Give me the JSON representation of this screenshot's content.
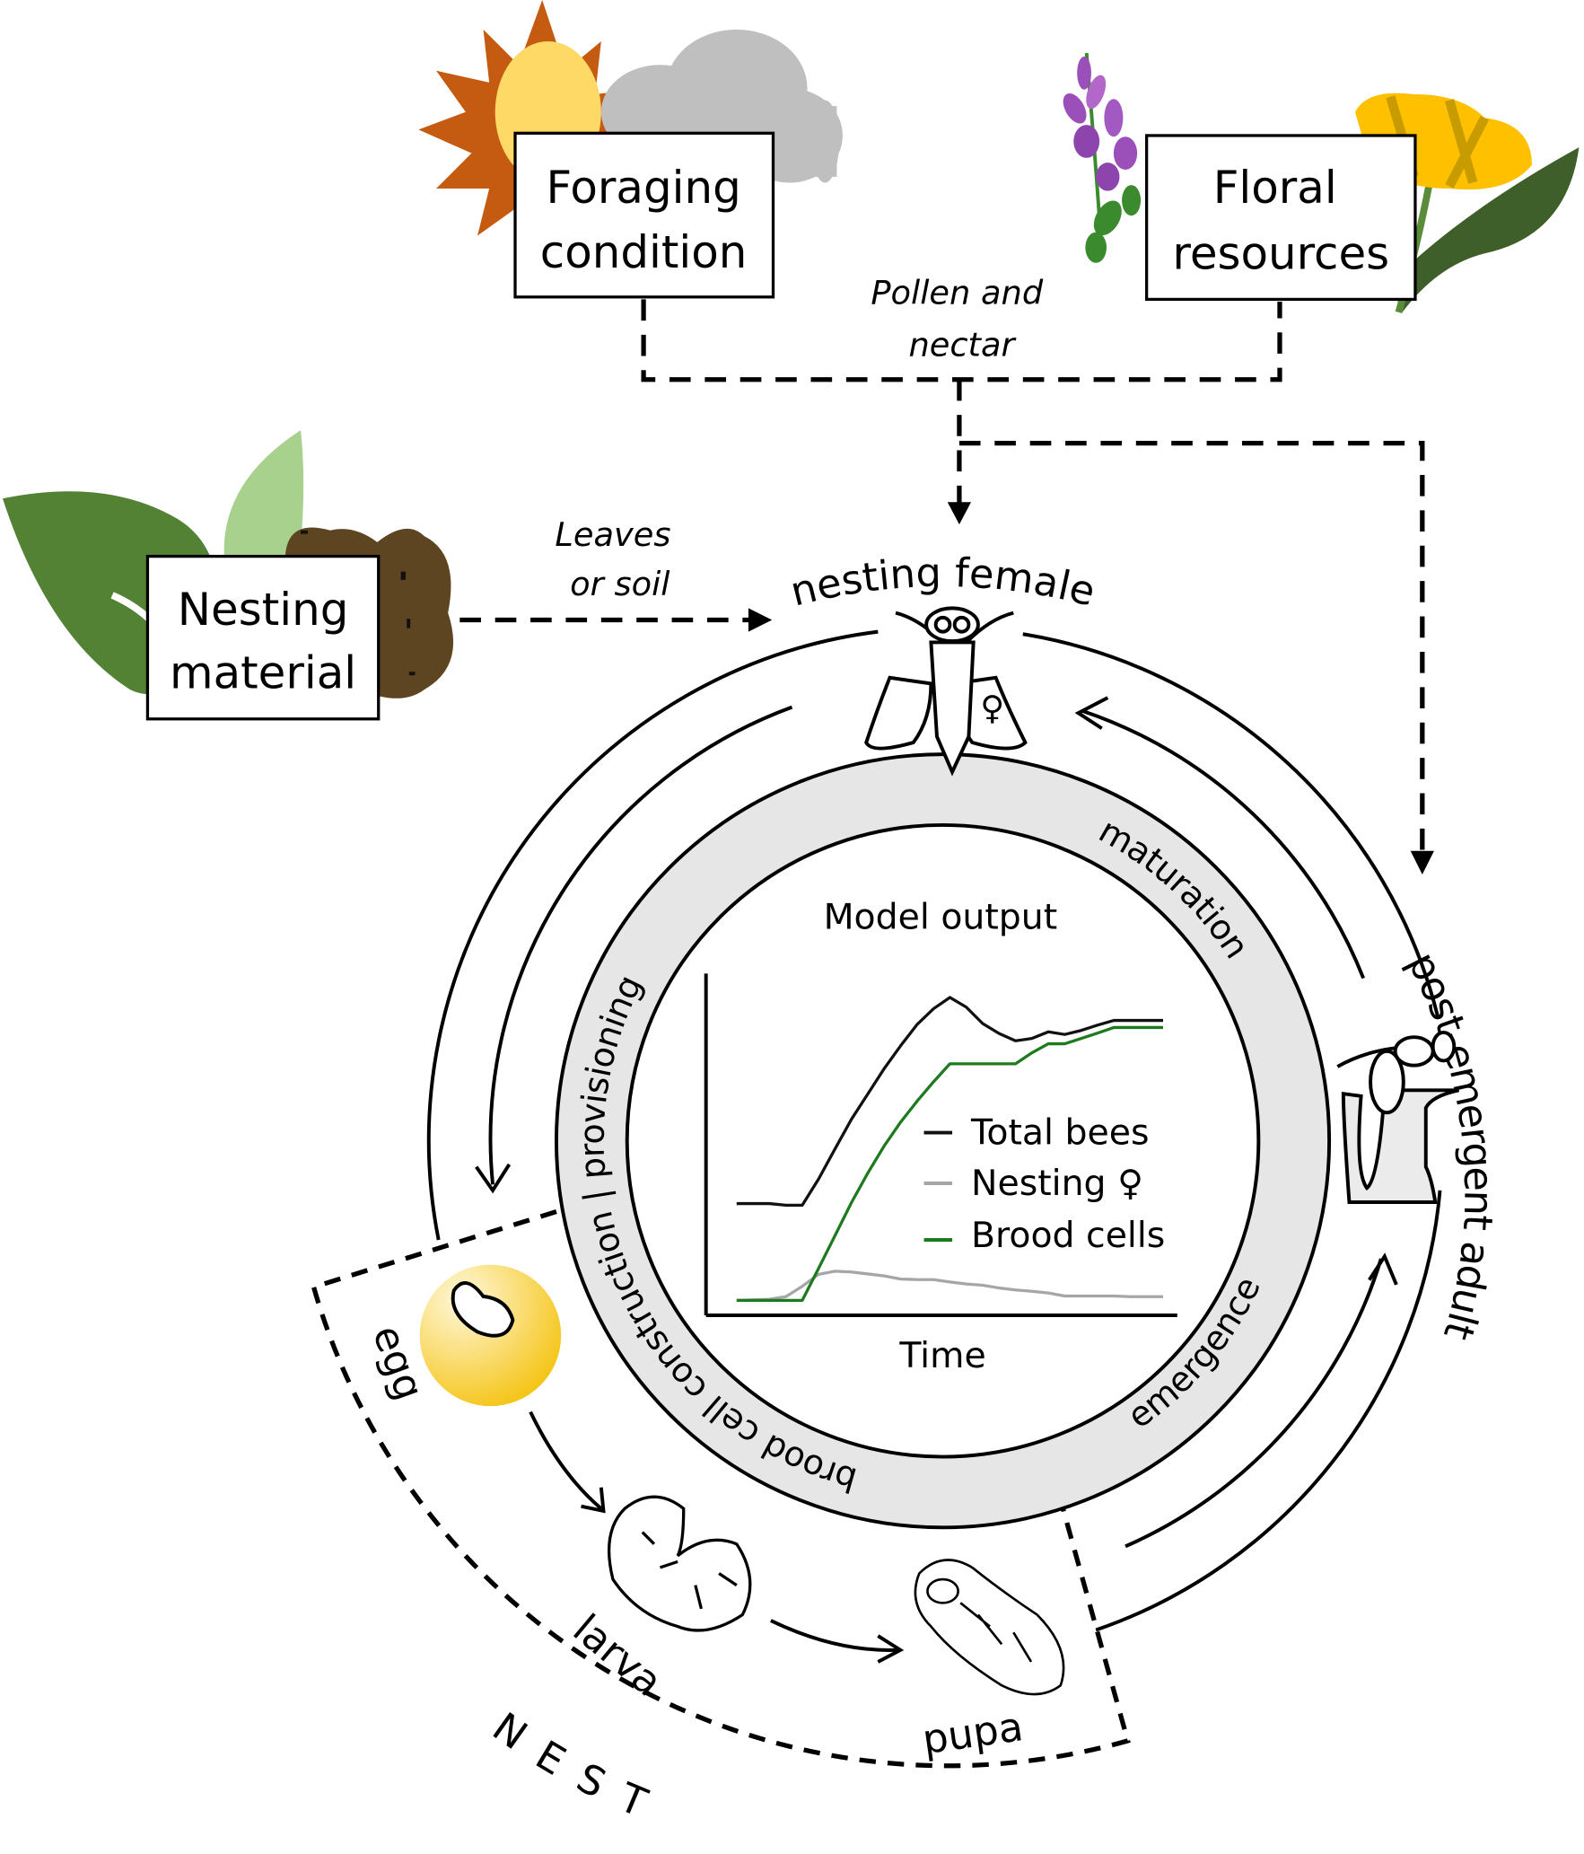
{
  "boxes": {
    "foraging": {
      "line1": "Foraging",
      "line2": "condition"
    },
    "floral": {
      "line1": "Floral",
      "line2": "resources"
    },
    "nesting_material": {
      "line1": "Nesting",
      "line2": "material"
    }
  },
  "flow_labels": {
    "pollen_line1": "Pollen and",
    "pollen_line2": "nectar",
    "leaves_line1": "Leaves",
    "leaves_line2": "or soil"
  },
  "life_cycle": {
    "nesting_female": "nesting female",
    "post_emergent_adult": "post-emergent adult",
    "egg": "egg",
    "larva": "larva",
    "pupa": "pupa",
    "nest": "N E S T",
    "female_symbol": "♀"
  },
  "ring_labels": {
    "brood": "brood cell construction | provisioning",
    "maturation": "maturation",
    "emergence": "emergence"
  },
  "colors": {
    "total_bees": "#111111",
    "nesting_females": "#a6a6a6",
    "brood_cells": "#1e7a1e",
    "ring_fill": "#e6e6e6",
    "sun_rays": "#c55a11",
    "sun_core": "#ffd966",
    "cloud": "#bfbfbf",
    "leaf_dark": "#548235",
    "leaf_light": "#a9d18e",
    "soil": "#5e4522",
    "egg_yellow": "#f5c518"
  },
  "chart_data": {
    "type": "line",
    "title": "Model output",
    "xlabel": "Time",
    "ylabel": "",
    "x": [
      0,
      2,
      3,
      4,
      5,
      6,
      7,
      8,
      9,
      10,
      11,
      12,
      13,
      14,
      15,
      16,
      17,
      18,
      19,
      20,
      21,
      22,
      23,
      24,
      26
    ],
    "ylim": [
      0,
      100
    ],
    "series": [
      {
        "name": "Total bees",
        "color": "#111111",
        "values": [
          33.5,
          33.5,
          33.0,
          33.0,
          40.9,
          49.9,
          58.8,
          66.4,
          74.0,
          80.8,
          87.2,
          91.9,
          95.3,
          92.4,
          87.5,
          84.5,
          82.3,
          83.0,
          85.0,
          84.2,
          85.4,
          87.0,
          88.4,
          88.4,
          88.4
        ]
      },
      {
        "name": "Nesting ♀",
        "color": "#a6a6a6",
        "values": [
          4.5,
          4.8,
          5.6,
          8.7,
          12.3,
          13.2,
          13.0,
          12.4,
          11.8,
          10.9,
          10.7,
          10.7,
          10.0,
          9.4,
          9.0,
          8.2,
          7.6,
          7.2,
          6.7,
          5.8,
          5.8,
          5.8,
          5.8,
          5.6,
          5.6
        ]
      },
      {
        "name": "Brood cells",
        "color": "#1e7a1e",
        "values": [
          4.5,
          4.5,
          4.5,
          4.5,
          14.1,
          23.9,
          33.8,
          42.7,
          50.8,
          57.9,
          64.2,
          70.0,
          75.4,
          75.4,
          75.4,
          75.4,
          75.4,
          78.7,
          81.4,
          81.4,
          83.0,
          84.6,
          86.3,
          86.3,
          86.3
        ]
      }
    ],
    "legend": [
      "Total bees",
      "Nesting ♀",
      "Brood cells"
    ],
    "legend_position": "center-right",
    "grid": false
  }
}
